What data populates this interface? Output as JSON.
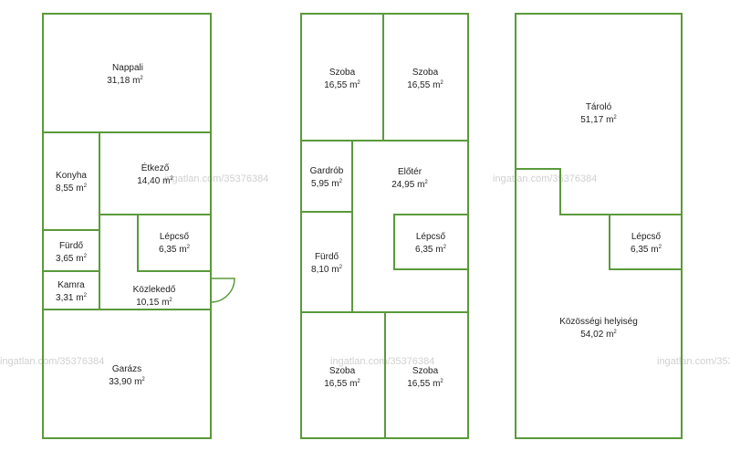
{
  "unit": "m",
  "unit_sup": "2",
  "watermark": "ingatlan.com/35376384",
  "rooms": {
    "nappali": {
      "name": "Nappali",
      "area": "31,18"
    },
    "konyha": {
      "name": "Konyha",
      "area": "8,55"
    },
    "etkezo": {
      "name": "Étkező",
      "area": "14,40"
    },
    "furdo1": {
      "name": "Fürdő",
      "area": "3,65"
    },
    "lepcso1": {
      "name": "Lépcső",
      "area": "6,35"
    },
    "kamra": {
      "name": "Kamra",
      "area": "3,31"
    },
    "kozlekedo": {
      "name": "Közlekedő",
      "area": "10,15"
    },
    "garazs": {
      "name": "Garázs",
      "area": "33,90"
    },
    "szoba1": {
      "name": "Szoba",
      "area": "16,55"
    },
    "szoba2": {
      "name": "Szoba",
      "area": "16,55"
    },
    "gardrob": {
      "name": "Gardrób",
      "area": "5,95"
    },
    "eloter": {
      "name": "Előtér",
      "area": "24,95"
    },
    "lepcso2": {
      "name": "Lépcső",
      "area": "6,35"
    },
    "furdo2": {
      "name": "Fürdő",
      "area": "8,10"
    },
    "szoba3": {
      "name": "Szoba",
      "area": "16,55"
    },
    "szoba4": {
      "name": "Szoba",
      "area": "16,55"
    },
    "tarolo": {
      "name": "Tároló",
      "area": "51,17"
    },
    "lepcso3": {
      "name": "Lépcső",
      "area": "6,35"
    },
    "kozossegi": {
      "name": "Közösségi helyiség",
      "area": "54,02"
    }
  }
}
